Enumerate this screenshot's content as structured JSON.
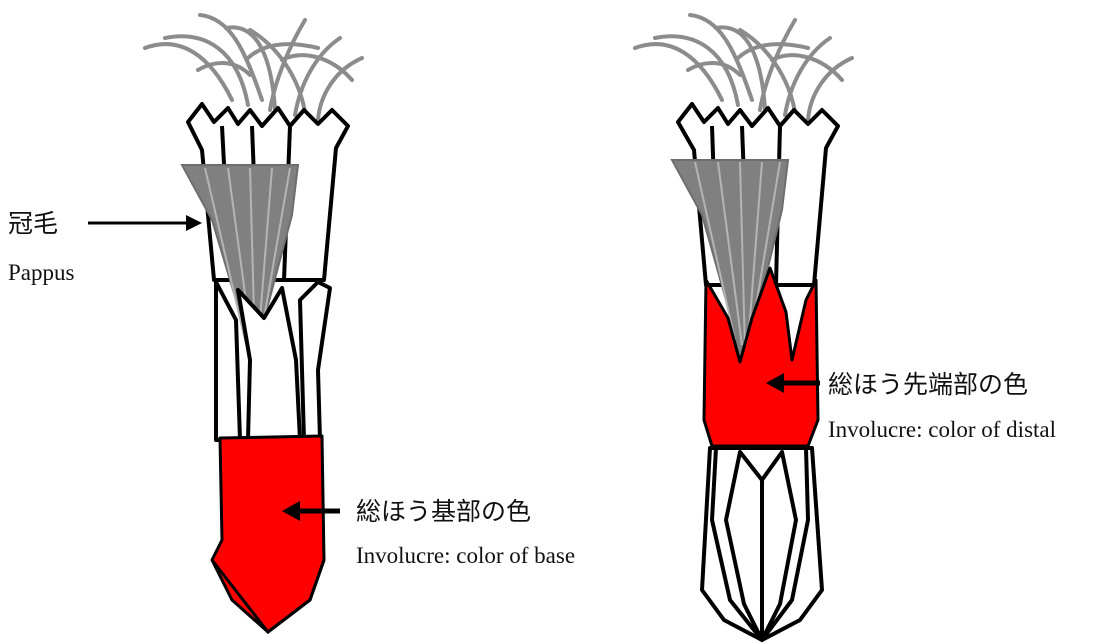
{
  "labels": {
    "pappus_jp": "冠毛",
    "pappus_en": "Pappus",
    "base_jp": "総ほう基部の色",
    "base_en": "Involucre: color of base",
    "distal_jp": "総ほう先端部の色",
    "distal_en": "Involucre: color of distal"
  },
  "colors": {
    "involucre_highlight": "#ff0000",
    "pappus": "#808080",
    "outline": "#000000"
  }
}
